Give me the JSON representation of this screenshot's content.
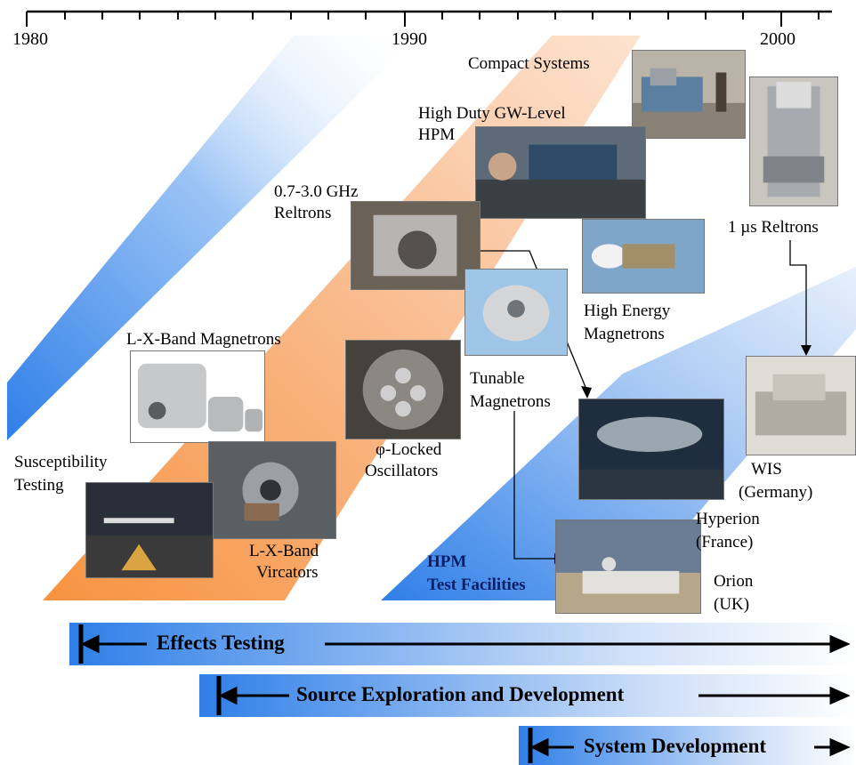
{
  "timeline": {
    "years": [
      "1980",
      "1990",
      "2000"
    ]
  },
  "labels": {
    "compact_systems": "Compact Systems",
    "high_duty_1": "High Duty GW-Level",
    "high_duty_2": "HPM",
    "reltrons_1": "0.7-3.0 GHz",
    "reltrons_2": "Reltrons",
    "us_reltrons": "1 µs Reltrons",
    "high_energy_1": "High Energy",
    "high_energy_2": "Magnetrons",
    "lx_magnetrons": "L-X-Band Magnetrons",
    "tunable_1": "Tunable",
    "tunable_2": "Magnetrons",
    "phase_locked_1": "φ-Locked",
    "phase_locked_2": "Oscillators",
    "susceptibility_1": "Susceptibility",
    "susceptibility_2": "Testing",
    "vircators_1": "L-X-Band",
    "vircators_2": "Vircators",
    "hpm_test_1": "HPM",
    "hpm_test_2": "Test Facilities",
    "wis_1": "WIS",
    "wis_2": "(Germany)",
    "hyperion_1": "Hyperion",
    "hyperion_2": "(France)",
    "orion_1": "Orion",
    "orion_2": "(UK)"
  },
  "bars": {
    "effects": "Effects Testing",
    "source": "Source Exploration and Development",
    "system": "System  Development"
  },
  "colors": {
    "blue": "#2f7fe8",
    "orange": "#f7933f",
    "navy": "#0a1e66"
  }
}
